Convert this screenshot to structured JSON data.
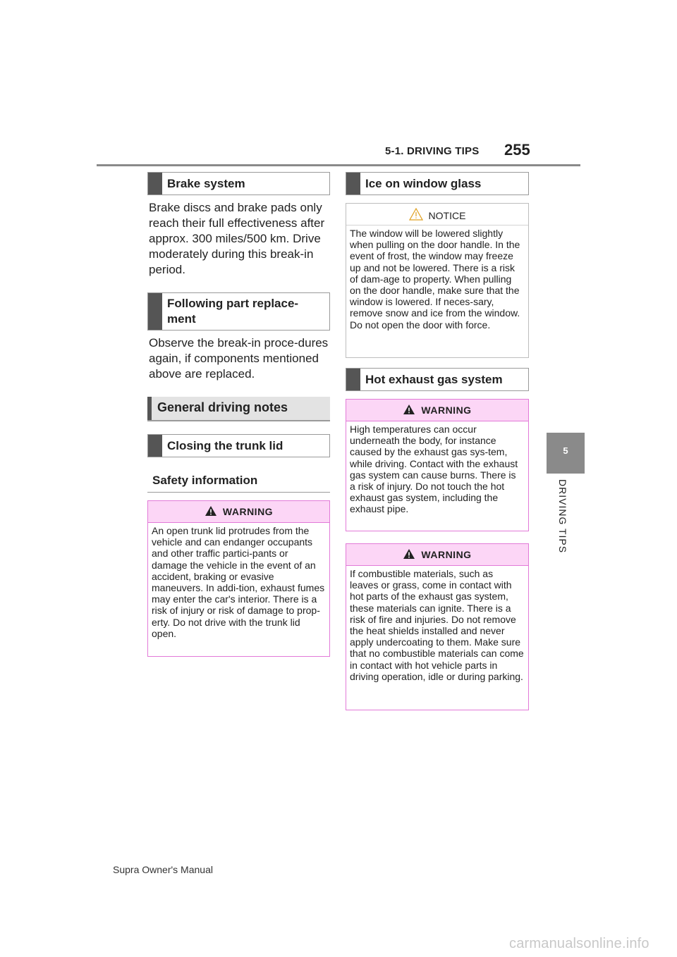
{
  "header": {
    "section_title": "5-1. DRIVING TIPS",
    "page_number": "255"
  },
  "side_tab": {
    "number": "5",
    "label": "DRIVING TIPS"
  },
  "left": {
    "brake_heading": "Brake system",
    "brake_text": "Brake discs and brake pads only reach their full effectiveness after approx. 300 miles/500 km. Drive moderately during this break-in period.",
    "part_heading": "Following part replace-ment",
    "part_text": "Observe the break-in proce-dures again, if components mentioned above are replaced.",
    "general_heading": "General driving notes",
    "trunk_heading": "Closing the trunk lid",
    "safety_heading": "Safety information",
    "warning_label": "WARNING",
    "warning_text": "An open trunk lid protrudes from the vehicle and can endanger occupants and other traffic partici-pants or damage the vehicle in the event of an accident, braking or evasive maneuvers. In addi-tion, exhaust fumes may enter the car's interior. There is a risk of injury or risk of damage to prop-erty. Do not drive with the trunk lid open."
  },
  "right": {
    "ice_heading": "Ice on window glass",
    "notice_label": "NOTICE",
    "notice_text": "The window will be lowered slightly when pulling on the door handle. In the event of frost, the window may freeze up and not be lowered. There is a risk of dam-age to property. When pulling on the door handle, make sure that the window is lowered. If neces-sary, remove snow and ice from the window. Do not open the door with force.",
    "exhaust_heading": "Hot exhaust gas system",
    "warning1_label": "WARNING",
    "warning1_text": "High temperatures can occur underneath the body, for instance caused by the exhaust gas sys-tem, while driving. Contact with the exhaust gas system can cause burns. There is a risk of injury. Do not touch the hot exhaust gas system, including the exhaust pipe.",
    "warning2_label": "WARNING",
    "warning2_text": "If combustible materials, such as leaves or grass, come in contact with hot parts of the exhaust gas system, these materials can ignite. There is a risk of fire and injuries. Do not remove the heat shields installed and never apply undercoating to them. Make sure that no combustible materials can come in contact with hot vehicle parts in driving operation, idle or during parking."
  },
  "footer": {
    "manual_title": "Supra Owner's Manual"
  },
  "watermark": "carmanualsonline.info",
  "colors": {
    "warning_border": "#e27ad8",
    "warning_fill": "#fcd6f6",
    "tab_gray": "#8a8a8a",
    "heading_bar": "#555555"
  },
  "icons": {
    "warning": "warning-triangle-icon"
  }
}
